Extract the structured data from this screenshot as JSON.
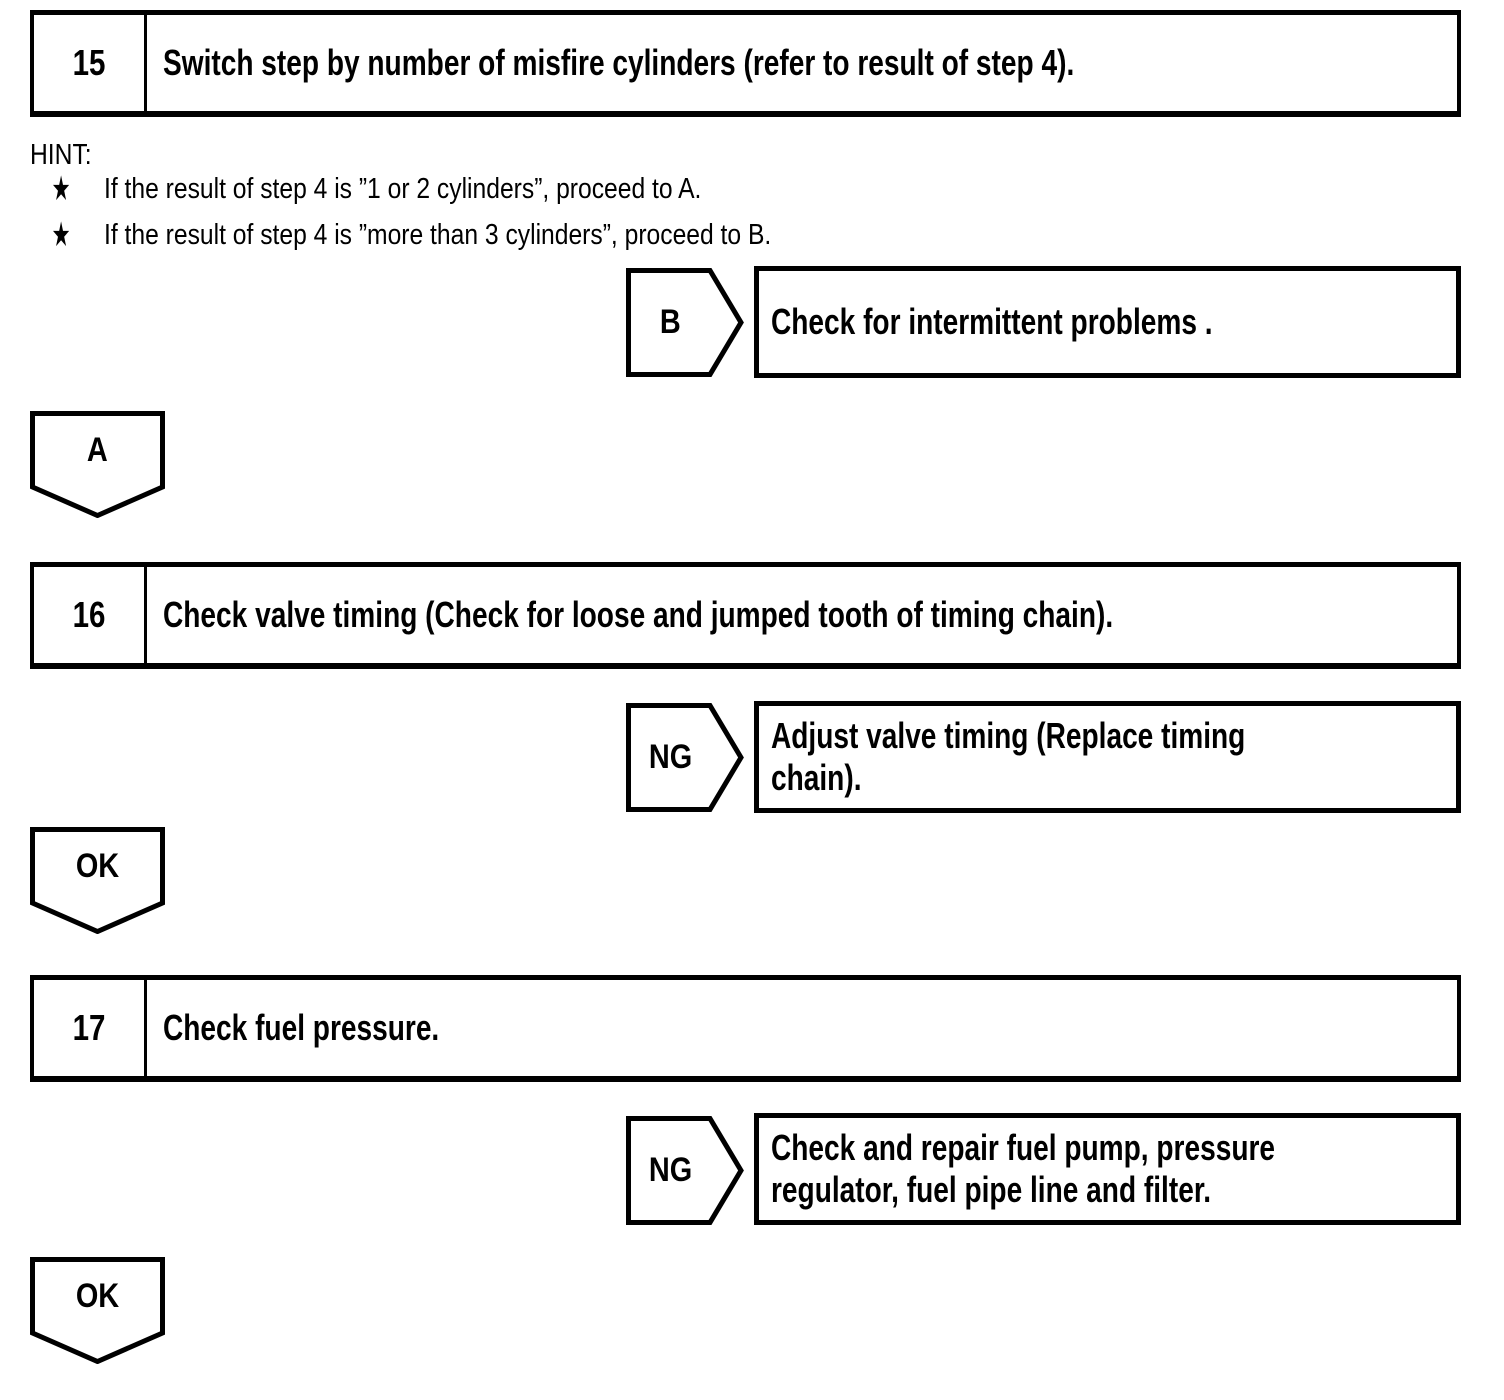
{
  "colors": {
    "ink": "#000000",
    "paper": "#ffffff"
  },
  "steps": [
    {
      "number": "15",
      "title": "Switch step by number of misfire cylinders (refer to result of step 4)."
    },
    {
      "number": "16",
      "title": "Check valve timing (Check for loose and jumped tooth of timing chain)."
    },
    {
      "number": "17",
      "title": "Check fuel pressure."
    }
  ],
  "hint": {
    "label": "HINT:",
    "bullet_glyph": "★",
    "bullet_icon": "star-icon",
    "items": [
      {
        "text": "If the result of step 4 is ”1 or 2 cylinders”, proceed to A."
      },
      {
        "text": "If the result of step 4 is ”more than 3 cylinders”, proceed to B."
      }
    ]
  },
  "branches": [
    {
      "connector": "B",
      "action": "Check for intermittent problems ."
    },
    {
      "connector": "NG",
      "action": "Adjust valve timing (Replace timing chain)."
    },
    {
      "connector": "NG",
      "action": "Check and repair fuel pump, pressure regulator, fuel pipe line and filter."
    }
  ],
  "connectors_down": [
    {
      "label": "A"
    },
    {
      "label": "OK"
    },
    {
      "label": "OK"
    }
  ]
}
